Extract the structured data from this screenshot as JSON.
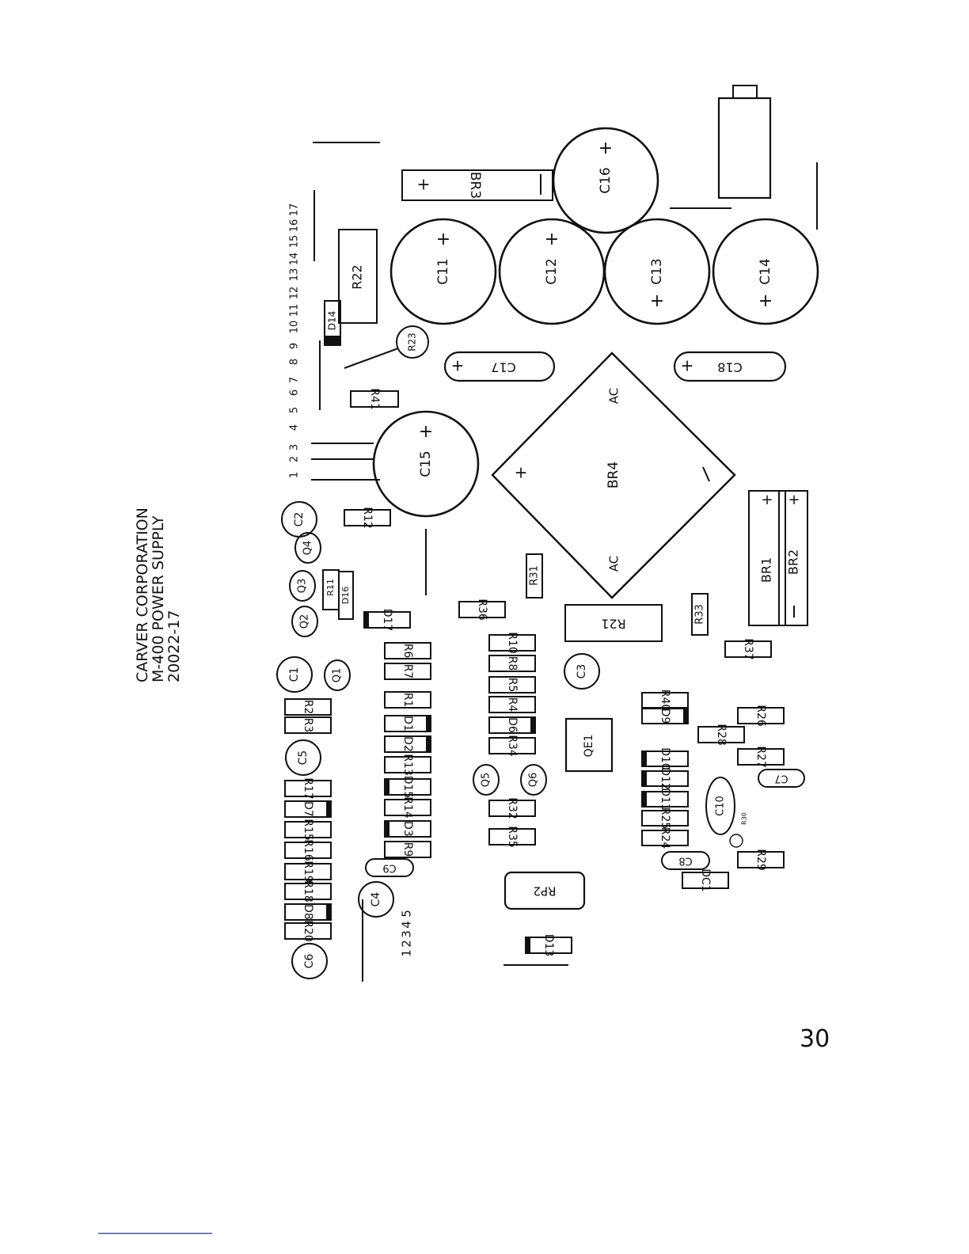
{
  "title": {
    "line1": "CARVER CORPORATION",
    "line2": "M-400 POWER SUPPLY",
    "line3": "20022-17"
  },
  "page_number": "30",
  "header_pins": [
    "1",
    "2",
    "3",
    "4",
    "5",
    "6",
    "7",
    "8",
    "9",
    "10",
    "11",
    "12",
    "13",
    "14",
    "15",
    "16",
    "17"
  ],
  "lower_pins": [
    "1",
    "2",
    "3",
    "4",
    "5"
  ],
  "electrolytic_caps": [
    "C11",
    "C12",
    "C13",
    "C14",
    "C15",
    "C16"
  ],
  "bridges": [
    "BR1",
    "BR2",
    "BR3",
    "BR4"
  ],
  "bridge_terminals": {
    "ac": "AC",
    "plus": "+",
    "minus": "−"
  },
  "axial_caps": [
    "C17",
    "C18"
  ],
  "large_resistors": [
    "R22",
    "R21"
  ],
  "vertical_resistors": [
    "R31",
    "R33"
  ],
  "pot": "R23",
  "relay": "RP2",
  "ic": "QE1",
  "small_caps": [
    "C1",
    "C2",
    "C3",
    "C4",
    "C5",
    "C6",
    "C7",
    "C8",
    "C9",
    "C10"
  ],
  "transistors": [
    "Q1",
    "Q2",
    "Q3",
    "Q4",
    "Q5",
    "Q6"
  ],
  "col1": [
    "R2",
    "R3",
    "R17",
    "D7",
    "R15",
    "R16",
    "R19",
    "R18",
    "D8",
    "R20"
  ],
  "col2": [
    "R6",
    "R7",
    "R1",
    "D1",
    "D2",
    "R13",
    "D15",
    "R14",
    "D3",
    "R9"
  ],
  "col3": [
    "R10",
    "R8",
    "R5",
    "R4",
    "D6",
    "R34",
    "R32",
    "R35"
  ],
  "col4": [
    "R40",
    "D9",
    "D10",
    "D12",
    "D11",
    "R25",
    "R24"
  ],
  "col5": [
    "R26",
    "R28",
    "R27",
    "R29"
  ],
  "misc": {
    "r41": "R41",
    "r12": "R12",
    "r36": "R36",
    "r37": "R37",
    "r11": "R11",
    "d16": "D16",
    "d17": "D17",
    "d14": "D14",
    "d13": "D13",
    "dc1": "DC1",
    "r30": "R30"
  }
}
